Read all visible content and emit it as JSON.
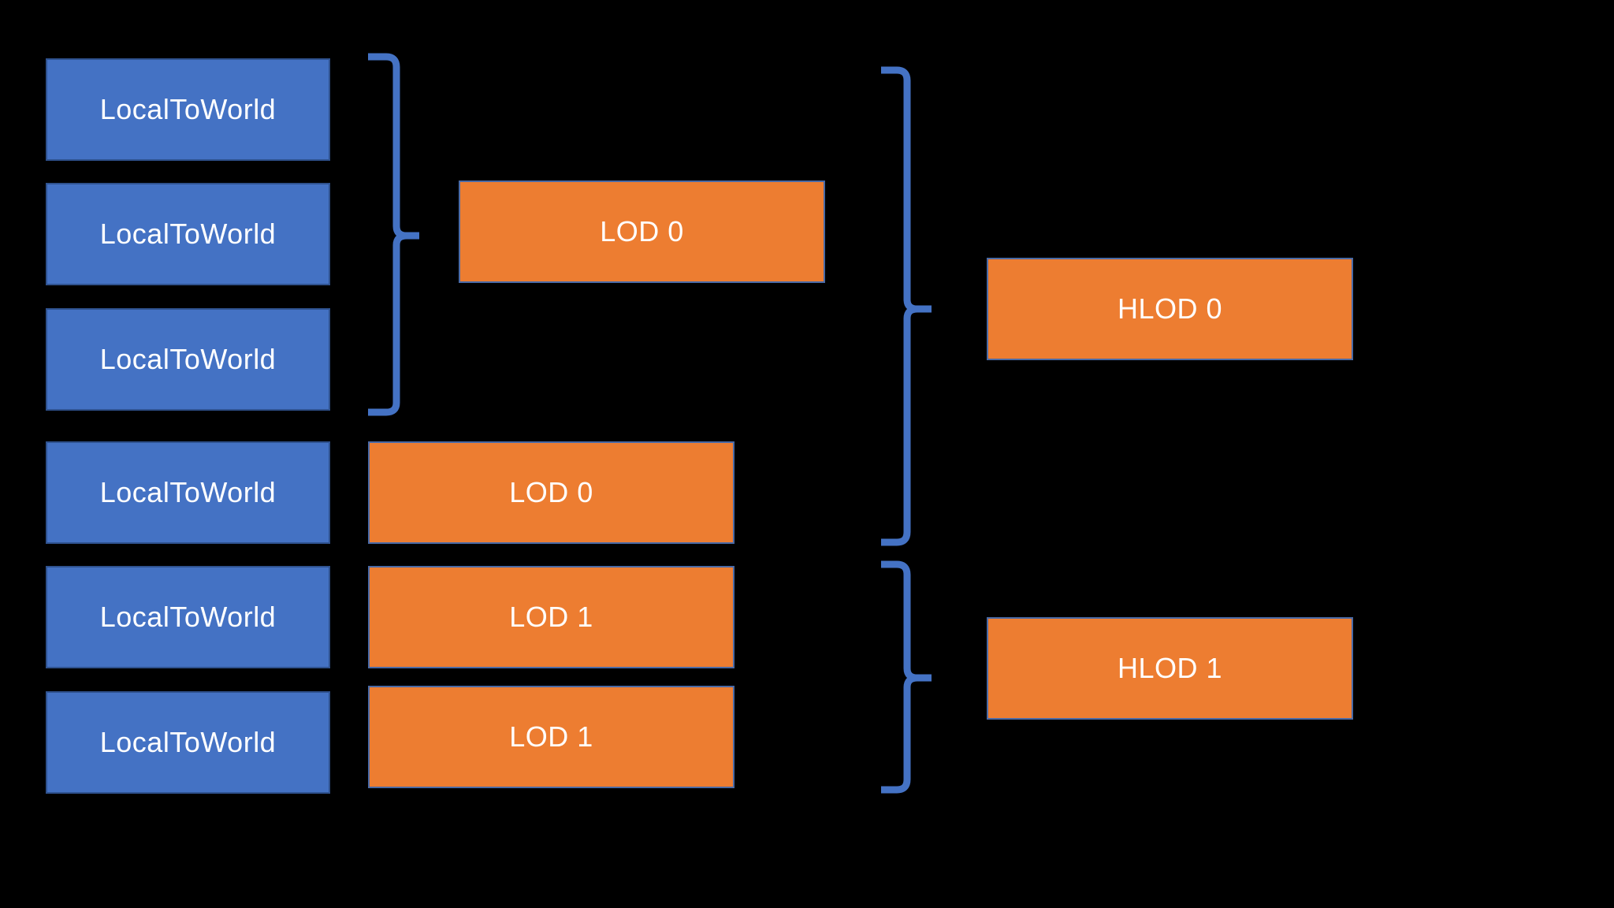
{
  "colors": {
    "background": "#000000",
    "transform_box": "#4472c4",
    "lod_box": "#ed7d31",
    "brace": "#4472c4",
    "text": "#ffffff"
  },
  "transforms": [
    {
      "label": "LocalToWorld"
    },
    {
      "label": "LocalToWorld"
    },
    {
      "label": "LocalToWorld"
    },
    {
      "label": "LocalToWorld"
    },
    {
      "label": "LocalToWorld"
    },
    {
      "label": "LocalToWorld"
    }
  ],
  "lod_group": {
    "label": "LOD 0"
  },
  "lods": [
    {
      "label": "LOD 0"
    },
    {
      "label": "LOD 1"
    },
    {
      "label": "LOD 1"
    }
  ],
  "hlods": [
    {
      "label": "HLOD 0"
    },
    {
      "label": "HLOD 1"
    }
  ]
}
